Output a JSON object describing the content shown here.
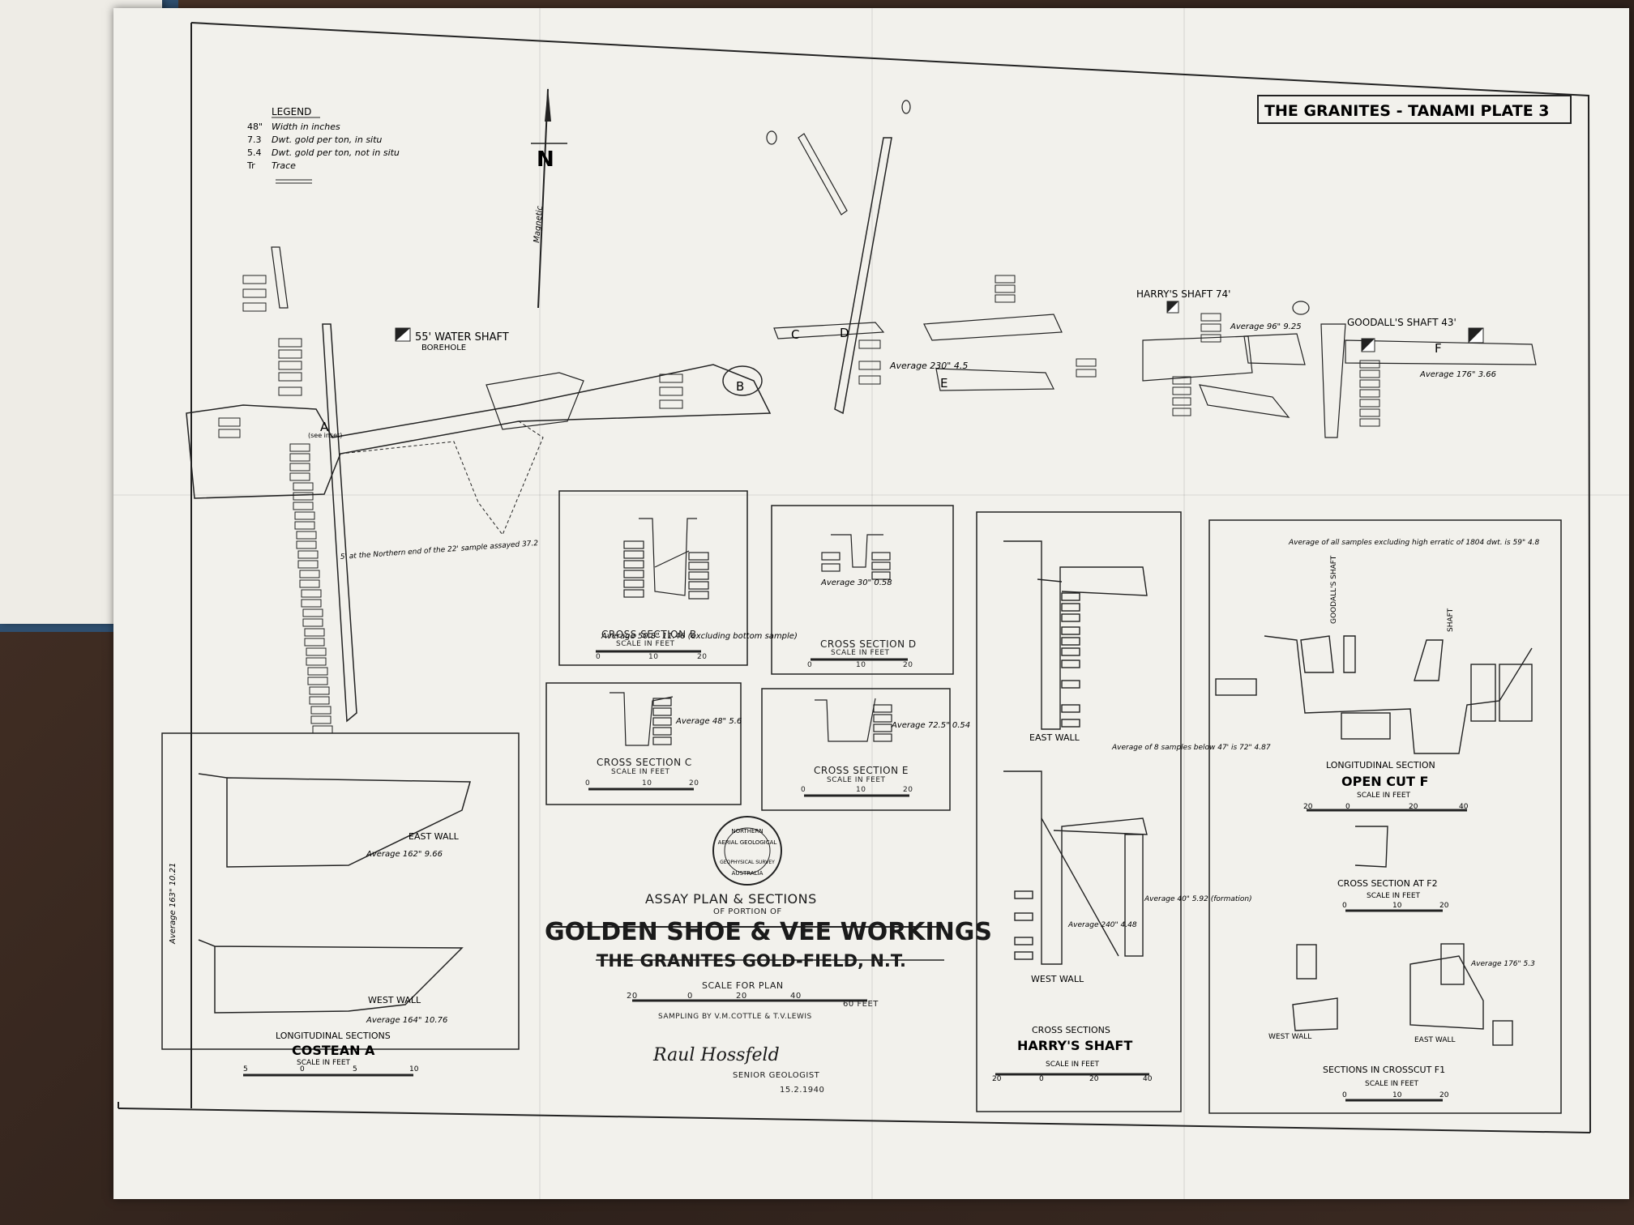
{
  "plate_title": "THE GRANITES - TANAMI PLATE 3",
  "legend": {
    "heading": "LEGEND",
    "items": [
      {
        "sym": "48\"",
        "text": "Width in inches"
      },
      {
        "sym": "7.3",
        "text": "Dwt. gold per ton, in situ"
      },
      {
        "sym": "5.4",
        "text": "Dwt. gold per ton, not in situ"
      },
      {
        "sym": "Tr",
        "text": "Trace"
      }
    ]
  },
  "north": {
    "letter": "N",
    "label": "Magnetic"
  },
  "plan_labels": {
    "water_shaft": "55' WATER SHAFT",
    "borehole": "BOREHOLE",
    "harrys_shaft": "HARRY'S SHAFT 74'",
    "goodalls_shaft": "GOODALL'S SHAFT 43'",
    "see_inset": "(see inset)",
    "avg_d": "Average 230\" 4.5",
    "avg_harry": "Average 96\" 9.25",
    "avg_f": "Average 176\" 3.66",
    "northern_note": "5' at the Northern end of the 22' sample assayed 37.2",
    "letters": [
      "A",
      "B",
      "C",
      "D",
      "E",
      "F"
    ]
  },
  "cross_section_b": {
    "title": "CROSS SECTION B",
    "scale": "SCALE IN FEET",
    "avg": "Average 50.8\" 11.46 (excluding bottom sample)",
    "ticks": [
      "0",
      "10",
      "20"
    ]
  },
  "cross_section_d": {
    "title": "CROSS SECTION D",
    "scale": "SCALE IN FEET",
    "avg": "Average 30\" 0.58",
    "ticks": [
      "0",
      "10",
      "20"
    ]
  },
  "cross_section_c": {
    "title": "CROSS SECTION C",
    "scale": "SCALE IN FEET",
    "avg": "Average 48\" 5.6",
    "ticks": [
      "0",
      "10",
      "20"
    ]
  },
  "cross_section_e": {
    "title": "CROSS SECTION E",
    "scale": "SCALE IN FEET",
    "avg": "Average 72.5\" 0.54",
    "ticks": [
      "0",
      "10",
      "20"
    ]
  },
  "costean": {
    "east_wall": "EAST WALL",
    "east_avg": "Average 162\" 9.66",
    "west_wall": "WEST WALL",
    "west_avg": "Average 164\" 10.76",
    "side_avg": "Average 163\" 10.21",
    "title1": "LONGITUDINAL SECTIONS",
    "title2": "COSTEAN A",
    "scale": "SCALE IN FEET",
    "ticks": [
      "5",
      "0",
      "5",
      "10"
    ]
  },
  "main_title": {
    "line1": "ASSAY PLAN & SECTIONS",
    "line2": "OF PORTION OF",
    "line3": "GOLDEN SHOE & VEE WORKINGS",
    "line4": "THE GRANITES GOLD-FIELD, N.T.",
    "scale": "SCALE FOR PLAN",
    "ticks": [
      "20",
      "0",
      "20",
      "40",
      "60 FEET"
    ],
    "sampling": "SAMPLING BY V.M.COTTLE & T.V.LEWIS",
    "signature": "Raul Hossfeld",
    "role": "SENIOR GEOLOGIST",
    "date": "15.2.1940"
  },
  "seal": [
    "NORTHERN",
    "AERIAL GEOLOGICAL",
    "GEOPHYSICAL SURVEY",
    "AUSTRALIA"
  ],
  "harry": {
    "east_wall": "EAST WALL",
    "west_wall": "WEST WALL",
    "avg_below": "Average of 8 samples below 47' is 72\" 4.87",
    "avg_240": "Average 240\" 4.48",
    "avg_formation": "Average 40\" 5.92 (formation)",
    "title1": "CROSS SECTIONS",
    "title2": "HARRY'S SHAFT",
    "scale": "SCALE IN FEET",
    "ticks": [
      "20",
      "0",
      "20",
      "40"
    ]
  },
  "open_cut": {
    "note": "Average of all samples excluding high erratic of 1804 dwt. is 59\" 4.8",
    "goodalls": "GOODALL'S SHAFT",
    "shaft": "SHAFT",
    "title1": "LONGITUDINAL SECTION",
    "title2": "OPEN CUT F",
    "scale": "SCALE IN FEET",
    "ticks": [
      "20",
      "0",
      "20",
      "40"
    ],
    "f2_title": "CROSS SECTION AT F2",
    "f2_scale": "SCALE IN FEET",
    "f2_ticks": [
      "0",
      "10",
      "20"
    ],
    "f1_west": "WEST WALL",
    "f1_east": "EAST WALL",
    "f1_avg": "Average 176\" 5.3",
    "f1_title": "SECTIONS IN CROSSCUT F1",
    "f1_scale": "SCALE IN FEET",
    "f1_ticks": [
      "0",
      "10",
      "20"
    ]
  }
}
